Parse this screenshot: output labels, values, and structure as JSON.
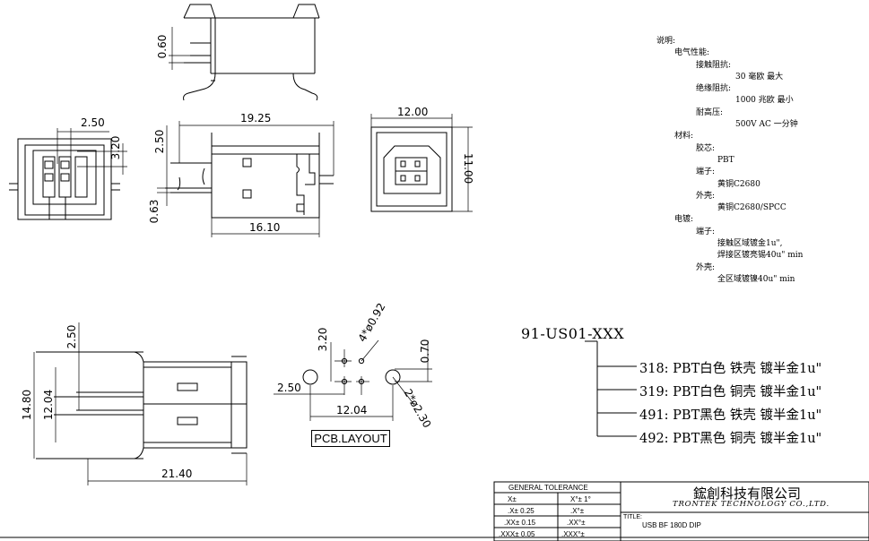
{
  "dimensions": {
    "top_0_60": "0.60",
    "front_2_50": "2.50",
    "front_3_20": "3.20",
    "side_19_25": "19.25",
    "side_2_50": "2.50",
    "side_0_63": "0.63",
    "side_16_10": "16.10",
    "end_12_00": "12.00",
    "end_11_00": "11.00",
    "bottom_2_50": "2.50",
    "bottom_14_80": "14.80",
    "bottom_12_04": "12.04",
    "bottom_21_40": "21.40",
    "pcb_3_20": "3.20",
    "pcb_4_phi_0_92": "4*ø0.92",
    "pcb_0_70": "0.70",
    "pcb_2_50": "2.50",
    "pcb_12_04": "12.04",
    "pcb_2_phi_2_30": "2*ø2.30"
  },
  "pcb_layout_label": "PCB.LAYOUT",
  "notes": {
    "heading": "说明:",
    "electrical": "电气性能:",
    "contact_resistance": "接触阻抗:",
    "contact_resistance_value": "30  毫欧  最大",
    "insulation_resistance": "绝缘阻抗:",
    "insulation_resistance_value": "1000  兆欧  最小",
    "withstand_voltage": "耐高压:",
    "withstand_voltage_value": "500V AC  一分钟",
    "material": "材料:",
    "housing": "胶芯:",
    "housing_value": "PBT",
    "terminal": "端子:",
    "terminal_value": "黄铜C2680",
    "shell": "外壳:",
    "shell_value": "黄铜C2680/SPCC",
    "plating": "电镀:",
    "plating_terminal": "端子:",
    "plating_terminal_value1": "接触区域镀金1u\",",
    "plating_terminal_value2": "焊接区镀亮锡40u\" min",
    "plating_shell": "外壳:",
    "plating_shell_value": "全区域镀镍40u\" min"
  },
  "part_number": "91-US01-XXX",
  "options": [
    "318: PBT白色  铁壳  镀半金1u\"",
    "319: PBT白色  铜壳  镀半金1u\"",
    "491: PBT黑色  铁壳  镀半金1u\"",
    "492: PBT黑色  铜壳  镀半金1u\""
  ],
  "title_block": {
    "tolerance_header": "GENERAL TOLERANCE",
    "rows": [
      [
        "X±",
        "X°± 1°"
      ],
      [
        ".X± 0.25",
        ".X°±"
      ],
      [
        ".XX± 0.15",
        ".XX°±"
      ],
      [
        ".XXX± 0.05",
        ".XXX°±"
      ]
    ],
    "company_cn": "鋐創科技有限公司",
    "company_en": "TRONTEK TECHNOLOGY CO.,LTD.",
    "title_label": "TITLE:",
    "title_value": "USB BF 180D DIP"
  }
}
